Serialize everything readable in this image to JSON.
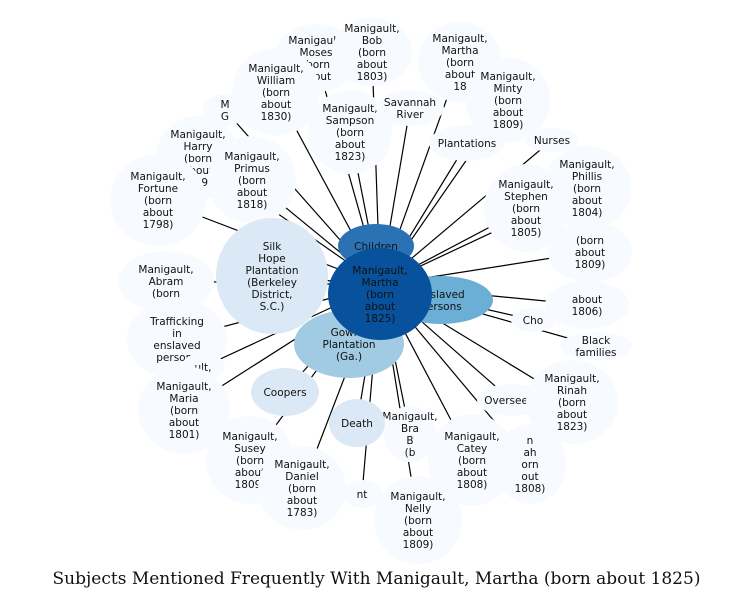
{
  "caption": "Subjects Mentioned Frequently With Manigault, Martha (born about 1825)",
  "colors": {
    "outer_node": "#f7fbff",
    "light_node": "#dbe9f6",
    "mid_node": "#a0cbe2",
    "bright_node": "#6baed6",
    "dark_node": "#2b72b5",
    "center_node": "#08519c",
    "edge": "#000000"
  },
  "nodes": [
    {
      "id": "moses",
      "label": [
        "Manigault,",
        "Moses",
        "(born",
        "about"
      ],
      "tone": "outer"
    },
    {
      "id": "bob",
      "label": [
        "Manigault,",
        "Bob",
        "(born",
        "about",
        "1803)"
      ],
      "tone": "outer"
    },
    {
      "id": "martha_b",
      "label": [
        "Manigault,",
        "Martha",
        "(born",
        "about",
        "18"
      ],
      "tone": "outer"
    },
    {
      "id": "minty",
      "label": [
        "Manigault,",
        "Minty",
        "(born",
        "about",
        "1809)"
      ],
      "tone": "outer"
    },
    {
      "id": "william",
      "label": [
        "Manigault,",
        "William",
        "(born",
        "about",
        "1830)"
      ],
      "tone": "outer"
    },
    {
      "id": "m_g",
      "label": [
        "M",
        "G"
      ],
      "tone": "outer"
    },
    {
      "id": "sampson",
      "label": [
        "Manigault,",
        "Sampson",
        "(born",
        "about",
        "1823)"
      ],
      "tone": "outer"
    },
    {
      "id": "savannah",
      "label": [
        "Savannah",
        "River"
      ],
      "tone": "outer"
    },
    {
      "id": "plantations",
      "label": [
        "Plantations"
      ],
      "tone": "outer"
    },
    {
      "id": "nurses",
      "label": [
        "Nurses"
      ],
      "tone": "outer"
    },
    {
      "id": "harry",
      "label": [
        "Manigault,",
        "Harry",
        "(born",
        "about",
        "179"
      ],
      "tone": "outer"
    },
    {
      "id": "primus",
      "label": [
        "Manigault,",
        "Primus",
        "(born",
        "about",
        "1818)"
      ],
      "tone": "outer"
    },
    {
      "id": "phillis",
      "label": [
        "Manigault,",
        "Phillis",
        "(born",
        "about",
        "1804)"
      ],
      "tone": "outer"
    },
    {
      "id": "fortune",
      "label": [
        "Manigault,",
        "Fortune",
        "(born",
        "about",
        "1798)"
      ],
      "tone": "outer"
    },
    {
      "id": "stephen",
      "label": [
        "Manigault,",
        "Stephen",
        "(born",
        "about",
        "1805)"
      ],
      "tone": "outer"
    },
    {
      "id": "born1809r",
      "label": [
        "(born",
        "about",
        "1809)"
      ],
      "tone": "outer"
    },
    {
      "id": "abram",
      "label": [
        "Manigault,",
        "Abram",
        "(born"
      ],
      "tone": "outer"
    },
    {
      "id": "about1806",
      "label": [
        "about",
        "1806)"
      ],
      "tone": "outer"
    },
    {
      "id": "cho",
      "label": [
        "Cho"
      ],
      "tone": "outer"
    },
    {
      "id": "trafficking",
      "label": [
        "Trafficking",
        "in",
        "enslaved",
        "persons"
      ],
      "tone": "outer"
    },
    {
      "id": "black_families",
      "label": [
        "Black",
        "families"
      ],
      "tone": "outer"
    },
    {
      "id": "ult",
      "label": [
        "ult,"
      ],
      "tone": "outer"
    },
    {
      "id": "maria",
      "label": [
        "Manigault,",
        "Maria",
        "(born",
        "about",
        "1801)"
      ],
      "tone": "outer"
    },
    {
      "id": "overseers",
      "label": [
        "Overseers"
      ],
      "tone": "outer"
    },
    {
      "id": "rinah",
      "label": [
        "Manigault,",
        "Rinah",
        "(born",
        "about",
        "1823)"
      ],
      "tone": "outer"
    },
    {
      "id": "susey",
      "label": [
        "Manigault,",
        "Susey",
        "(born",
        "about",
        "1809)"
      ],
      "tone": "outer"
    },
    {
      "id": "daniel",
      "label": [
        "Manigault,",
        "Daniel",
        "(born",
        "about",
        "1783)"
      ],
      "tone": "outer"
    },
    {
      "id": "brave",
      "label": [
        "Manigault,",
        "Bra",
        "B",
        "(b"
      ],
      "tone": "outer"
    },
    {
      "id": "catey",
      "label": [
        "Manigault,",
        "Catey",
        "(born",
        "about",
        "1808)"
      ],
      "tone": "outer"
    },
    {
      "id": "nah",
      "label": [
        "n",
        "ah",
        "orn",
        "out",
        "1808)"
      ],
      "tone": "outer"
    },
    {
      "id": "nt",
      "label": [
        "nt"
      ],
      "tone": "outer"
    },
    {
      "id": "nelly",
      "label": [
        "Manigault,",
        "Nelly",
        "(born",
        "about",
        "1809)"
      ],
      "tone": "outer"
    },
    {
      "id": "coopers",
      "label": [
        "Coopers"
      ],
      "tone": "light"
    },
    {
      "id": "death",
      "label": [
        "Death"
      ],
      "tone": "light"
    },
    {
      "id": "silk_hope",
      "label": [
        "Silk",
        "Hope",
        "Plantation",
        "(Berkeley",
        "District,",
        "S.C.)"
      ],
      "tone": "light"
    },
    {
      "id": "gowrie",
      "label": [
        "Gowrie",
        "Plantation",
        "(Ga.)"
      ],
      "tone": "mid"
    },
    {
      "id": "enslaved",
      "label": [
        "Enslaved",
        "persons"
      ],
      "tone": "bright"
    },
    {
      "id": "children",
      "label": [
        "Children"
      ],
      "tone": "dark"
    },
    {
      "id": "martha",
      "label": [
        "Manigault,",
        "Martha",
        "(born",
        "about",
        "1825)"
      ],
      "tone": "center"
    }
  ]
}
